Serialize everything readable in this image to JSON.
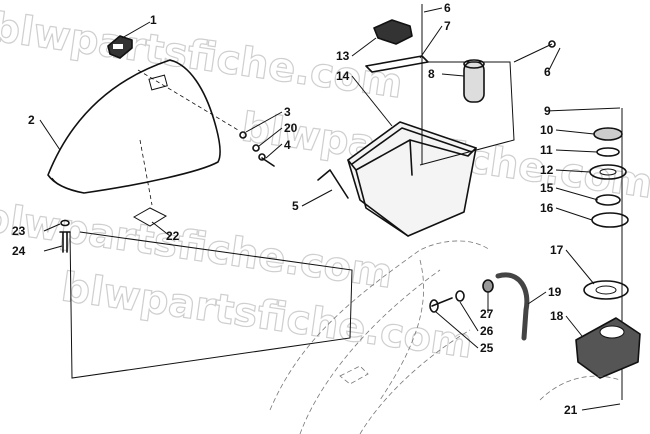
{
  "watermark": "blwpartsfiche.com",
  "callouts": [
    {
      "id": "1",
      "text": "1"
    },
    {
      "id": "2",
      "text": "2"
    },
    {
      "id": "3",
      "text": "3"
    },
    {
      "id": "20",
      "text": "20"
    },
    {
      "id": "4",
      "text": "4"
    },
    {
      "id": "22",
      "text": "22"
    },
    {
      "id": "23",
      "text": "23"
    },
    {
      "id": "24",
      "text": "24"
    },
    {
      "id": "6a",
      "text": "6"
    },
    {
      "id": "7",
      "text": "7"
    },
    {
      "id": "13",
      "text": "13"
    },
    {
      "id": "14",
      "text": "14"
    },
    {
      "id": "8",
      "text": "8"
    },
    {
      "id": "6b",
      "text": "6"
    },
    {
      "id": "5",
      "text": "5"
    },
    {
      "id": "9",
      "text": "9"
    },
    {
      "id": "10",
      "text": "10"
    },
    {
      "id": "11",
      "text": "11"
    },
    {
      "id": "12",
      "text": "12"
    },
    {
      "id": "15",
      "text": "15"
    },
    {
      "id": "16",
      "text": "16"
    },
    {
      "id": "17",
      "text": "17"
    },
    {
      "id": "18",
      "text": "18"
    },
    {
      "id": "19",
      "text": "19"
    },
    {
      "id": "27",
      "text": "27"
    },
    {
      "id": "26",
      "text": "26"
    },
    {
      "id": "25",
      "text": "25"
    },
    {
      "id": "21",
      "text": "21"
    }
  ]
}
